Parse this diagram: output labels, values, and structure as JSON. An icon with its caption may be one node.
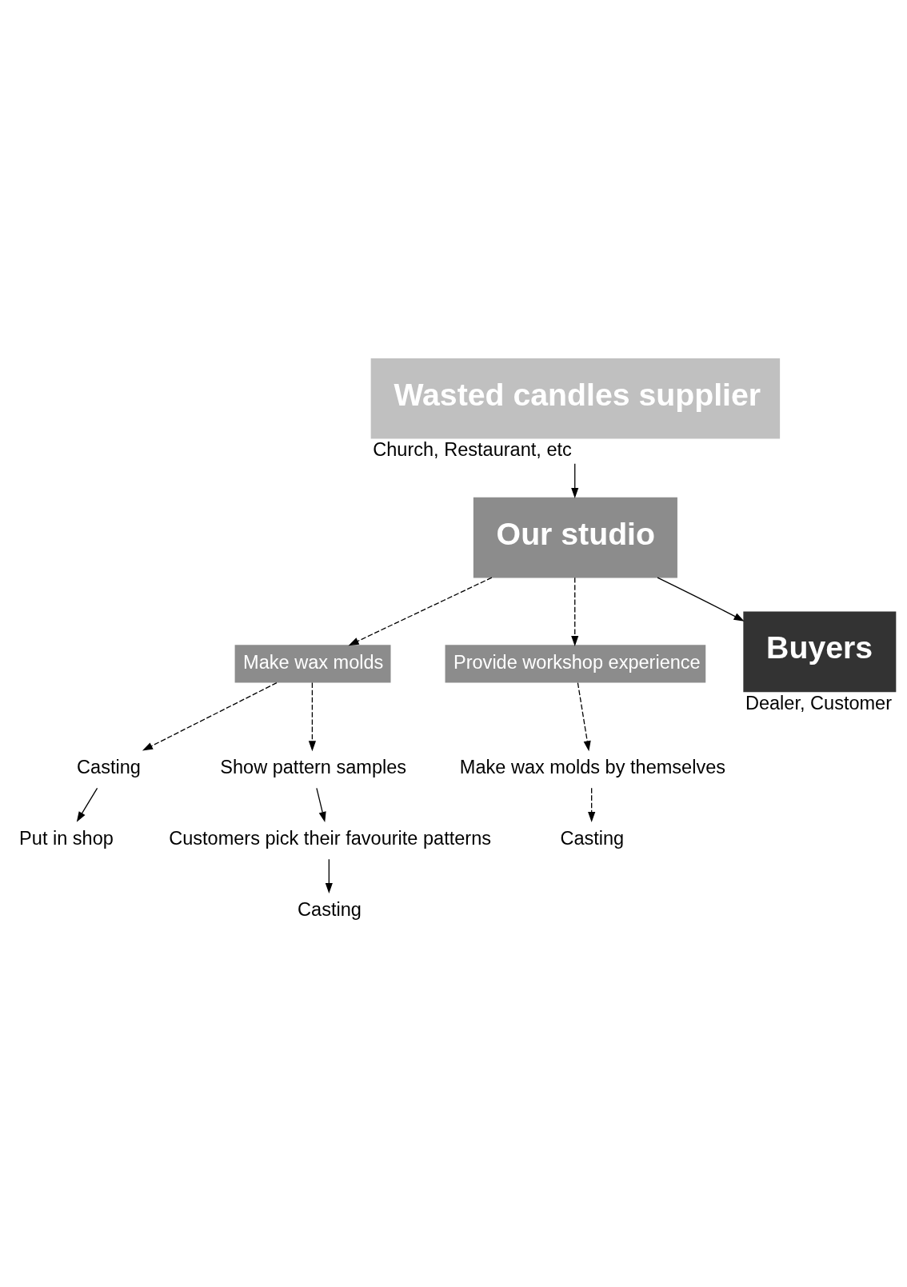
{
  "diagram": {
    "nodes": [
      {
        "text": [
          "Wasted candles supplier"
        ],
        "beside": [
          "Church, Restaurant, etc"
        ]
      },
      {
        "text": [
          "Our studio"
        ]
      },
      {
        "text": [
          "Make wax molds"
        ]
      },
      {
        "text": [
          "Casting"
        ]
      },
      {
        "text": [
          "Put in shop"
        ]
      },
      {
        "text": [
          "Show pattern samples"
        ]
      },
      {
        "text": [
          "Customers pick their favourite patterns"
        ]
      },
      {
        "text": [
          "Casting"
        ]
      },
      {
        "text": [
          "Provide workshop experience"
        ]
      },
      {
        "text": [
          "Make wax molds by themselves"
        ]
      },
      {
        "text": [
          "Casting"
        ]
      },
      {
        "text": [
          "Buyers"
        ],
        "beside": [
          "Dealer, Customer"
        ]
      }
    ],
    "edges": [
      {
        "from": 0,
        "to": 1,
        "arrow": "to"
      },
      {
        "from": 1,
        "to": 2,
        "arrow": "to",
        "style": "dashed"
      },
      {
        "from": 2,
        "to": 3,
        "arrow": "to",
        "style": "dashed"
      },
      {
        "from": 2,
        "to": 5,
        "arrow": "to",
        "style": "dashed"
      },
      {
        "from": 3,
        "to": 4,
        "arrow": "to"
      },
      {
        "from": 5,
        "to": 6,
        "arrow": "to"
      },
      {
        "from": 6,
        "to": 7,
        "arrow": "to"
      },
      {
        "from": 1,
        "to": 8,
        "arrow": "to",
        "style": "dashed"
      },
      {
        "from": 8,
        "to": 9,
        "arrow": "to",
        "style": "dashed"
      },
      {
        "from": 9,
        "to": 10,
        "arrow": "to",
        "style": "dashed"
      },
      {
        "from": 1,
        "to": 11,
        "arrow": "to"
      }
    ]
  }
}
